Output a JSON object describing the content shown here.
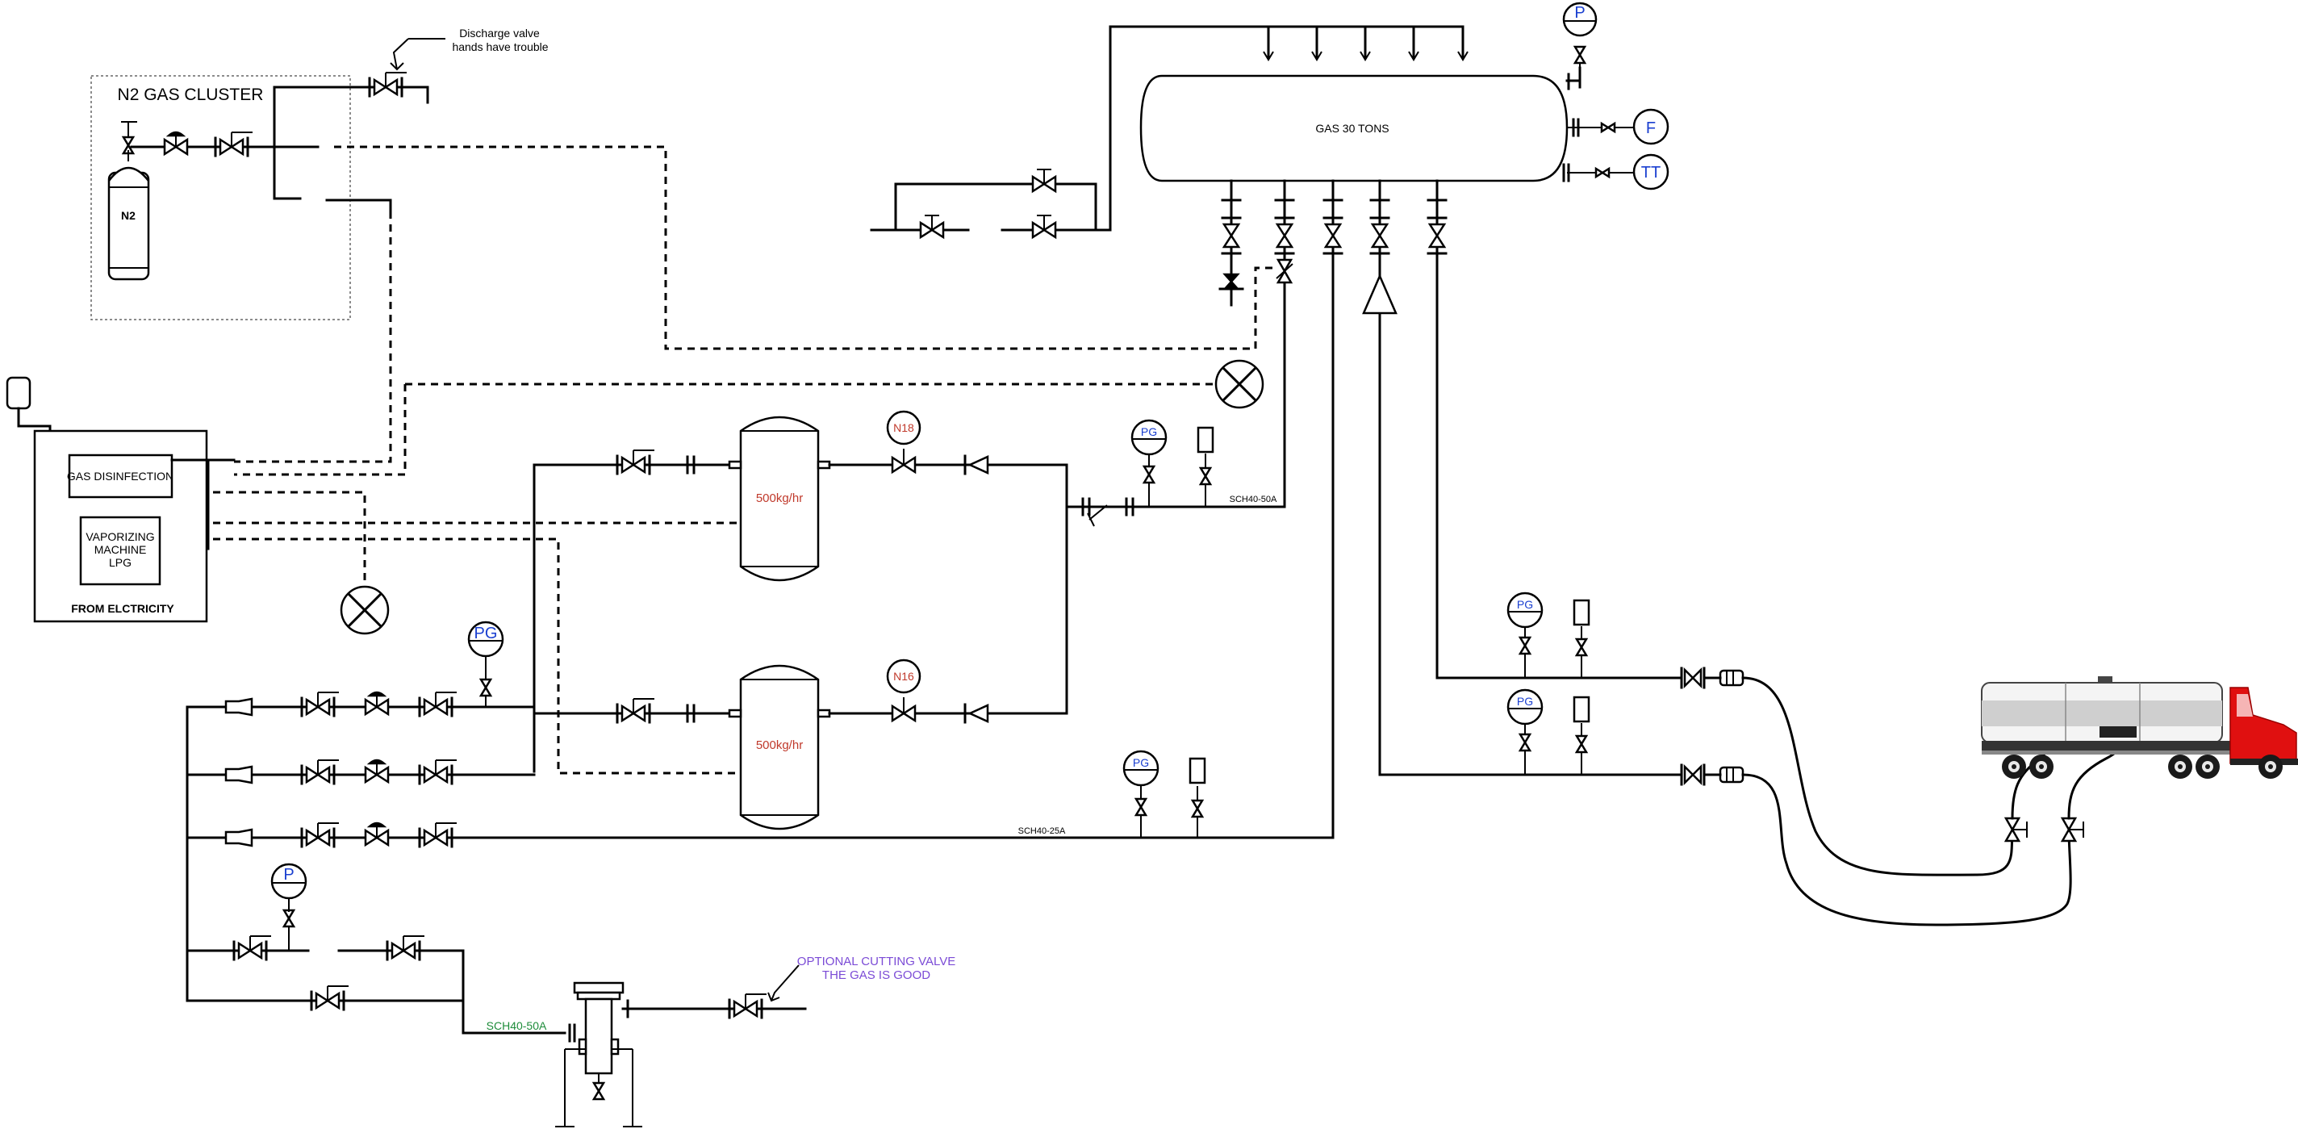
{
  "title_cluster": "N2 GAS CLUSTER",
  "n2_label": "N2",
  "discharge_note": [
    "Discharge valve",
    "hands have trouble"
  ],
  "tank_label": "GAS 30 TONS",
  "instruments": {
    "p": "P",
    "f": "F",
    "tt": "TT",
    "pg": "PG",
    "n18": "N18",
    "n16": "N16"
  },
  "vaporizer_capacity": "500kg/hr",
  "boxes": {
    "gas_disinfection": "GAS DISINFECTION",
    "vaporizing": [
      "VAPORIZING",
      "MACHINE",
      "LPG"
    ],
    "from_electricity": "FROM ELCTRICITY"
  },
  "pipe_specs": {
    "sch40_50a": "SCH40-50A",
    "sch40_25a": "SCH40-25A",
    "sch40_50a_green": "SCH40-50A"
  },
  "optional_note": [
    "OPTIONAL CUTTING VALVE",
    "THE GAS IS GOOD"
  ],
  "colors": {
    "instrument_text": "#1a3fd0",
    "vaporizer_text": "#c0392b",
    "pipe_green": "#1e8c3a",
    "note_purple": "#7b4bd6",
    "truck_cab": "#e01010"
  }
}
